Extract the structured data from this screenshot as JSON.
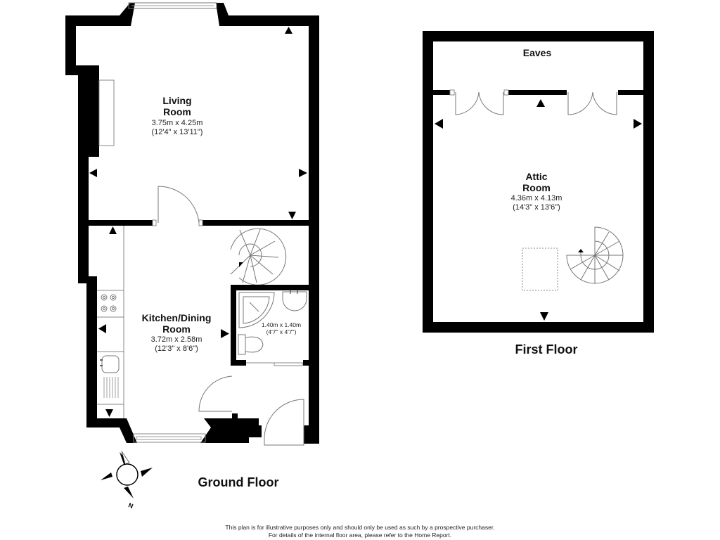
{
  "ground_floor": {
    "label": "Ground Floor",
    "rooms": [
      {
        "name_line1": "Living",
        "name_line2": "Room",
        "dims_metric": "3.75m x 4.25m",
        "dims_imperial": "(12'4\" x 13'11\")"
      },
      {
        "name_line1": "Kitchen/Dining",
        "name_line2": "Room",
        "dims_metric": "3.72m x 2.58m",
        "dims_imperial": "(12'3\" x 8'6\")"
      },
      {
        "name_line1": "",
        "name_line2": "",
        "dims_metric": "1.40m x 1.40m",
        "dims_imperial": "(4'7\" x 4'7\")"
      }
    ],
    "compass_label": "N"
  },
  "first_floor": {
    "label": "First Floor",
    "eaves_label": "Eaves",
    "rooms": [
      {
        "name_line1": "Attic",
        "name_line2": "Room",
        "dims_metric": "4.36m x 4.13m",
        "dims_imperial": "(14'3\" x 13'6\")"
      }
    ]
  },
  "disclaimer": {
    "line1": "This plan is for illustrative purposes only and should only be used as such by a prospective purchaser.",
    "line2": "For details of the internal floor area, please refer to the Home Report."
  },
  "colors": {
    "wall": "#000000",
    "background": "#ffffff",
    "fixture_line": "#777777"
  }
}
